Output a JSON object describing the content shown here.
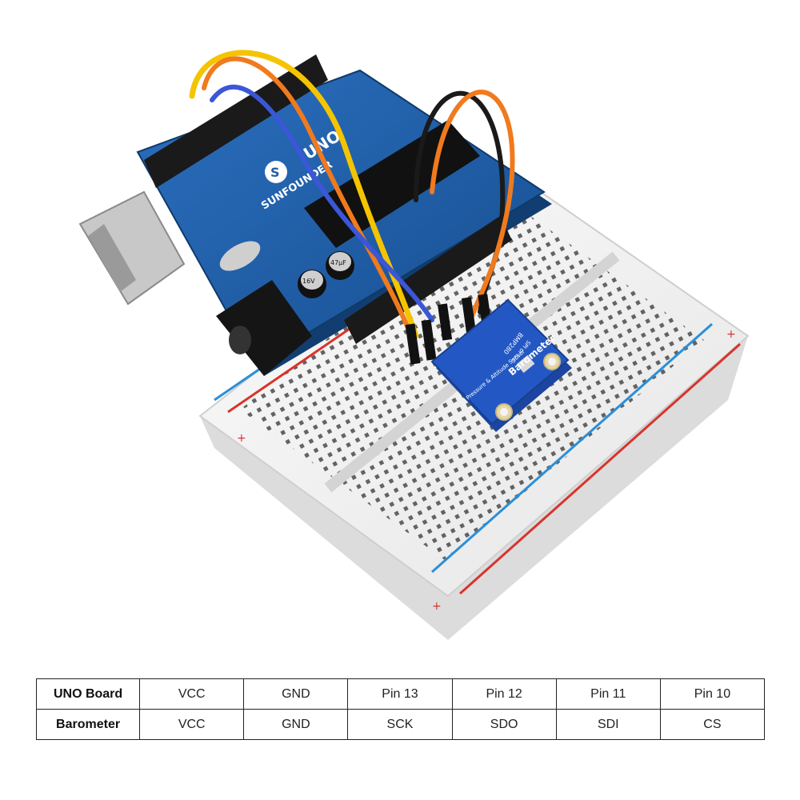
{
  "photo": {
    "board_brand": "SUNFOUNDER",
    "board_model": "UNO",
    "module_name": "Barometer",
    "module_chip": "BMP280",
    "module_interface": "SPI or I2C",
    "module_desc": "Pressure & Altitude Sensor",
    "cap_labels": [
      "16V",
      "47µF"
    ],
    "colors": {
      "board": "#1f5fa8",
      "module": "#2358c4",
      "breadboard": "#f1f1f1",
      "rail_red": "#d8342c",
      "rail_blue": "#2a8fd8",
      "wire_yellow": "#f5c400",
      "wire_orange": "#f07a1e",
      "wire_blue": "#3b57d8",
      "wire_black": "#1a1a1a"
    }
  },
  "table": {
    "rows": [
      {
        "header": "UNO Board",
        "cells": [
          "VCC",
          "GND",
          "Pin 13",
          "Pin 12",
          "Pin 11",
          "Pin 10"
        ]
      },
      {
        "header": "Barometer",
        "cells": [
          "VCC",
          "GND",
          "SCK",
          "SDO",
          "SDI",
          "CS"
        ]
      }
    ]
  }
}
